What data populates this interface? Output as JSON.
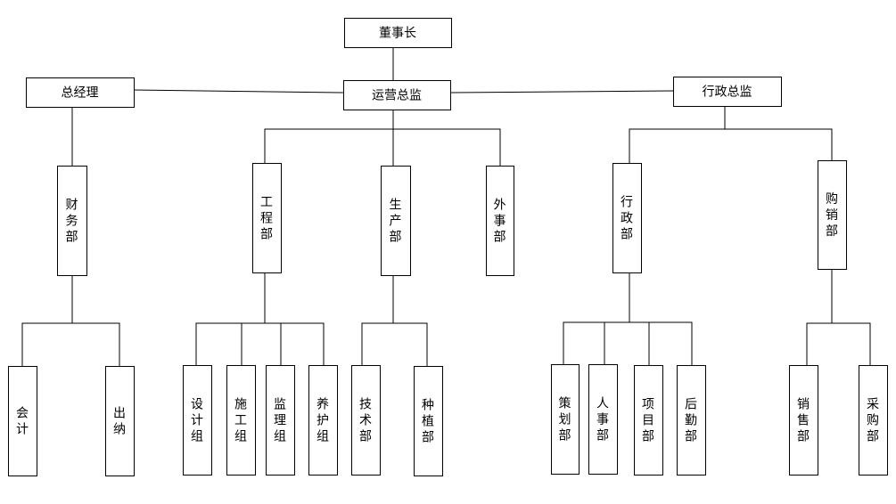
{
  "org_chart": {
    "nodes": [
      {
        "id": "chairman",
        "label": "董事长"
      },
      {
        "id": "gm",
        "label": "总经理"
      },
      {
        "id": "ops",
        "label": "运营总监"
      },
      {
        "id": "admin_dir",
        "label": "行政总监"
      },
      {
        "id": "finance",
        "label": "财务部"
      },
      {
        "id": "engineering",
        "label": "工程部"
      },
      {
        "id": "production",
        "label": "生产部"
      },
      {
        "id": "external",
        "label": "外事部"
      },
      {
        "id": "admin",
        "label": "行政部"
      },
      {
        "id": "purchasing",
        "label": "购销部"
      },
      {
        "id": "accounting",
        "label": "会计"
      },
      {
        "id": "cashier",
        "label": "出纳"
      },
      {
        "id": "design",
        "label": "设计组"
      },
      {
        "id": "construction",
        "label": "施工组"
      },
      {
        "id": "supervision",
        "label": "监理组"
      },
      {
        "id": "maintenance",
        "label": "养护组"
      },
      {
        "id": "tech",
        "label": "技术部"
      },
      {
        "id": "planting",
        "label": "种植部"
      },
      {
        "id": "planning",
        "label": "策划部"
      },
      {
        "id": "hr",
        "label": "人事部"
      },
      {
        "id": "project",
        "label": "项目部"
      },
      {
        "id": "logistics",
        "label": "后勤部"
      },
      {
        "id": "sales",
        "label": "销售部"
      },
      {
        "id": "procurement",
        "label": "采购部"
      }
    ],
    "edges": [
      [
        "chairman",
        "ops"
      ],
      [
        "ops",
        "gm"
      ],
      [
        "ops",
        "admin_dir"
      ],
      [
        "gm",
        "finance"
      ],
      [
        "ops",
        "engineering"
      ],
      [
        "ops",
        "production"
      ],
      [
        "ops",
        "external"
      ],
      [
        "admin_dir",
        "admin"
      ],
      [
        "admin_dir",
        "purchasing"
      ],
      [
        "finance",
        "accounting"
      ],
      [
        "finance",
        "cashier"
      ],
      [
        "engineering",
        "design"
      ],
      [
        "engineering",
        "construction"
      ],
      [
        "engineering",
        "supervision"
      ],
      [
        "engineering",
        "maintenance"
      ],
      [
        "production",
        "tech"
      ],
      [
        "production",
        "planting"
      ],
      [
        "admin",
        "planning"
      ],
      [
        "admin",
        "hr"
      ],
      [
        "admin",
        "project"
      ],
      [
        "admin",
        "logistics"
      ],
      [
        "purchasing",
        "sales"
      ],
      [
        "purchasing",
        "procurement"
      ]
    ]
  }
}
